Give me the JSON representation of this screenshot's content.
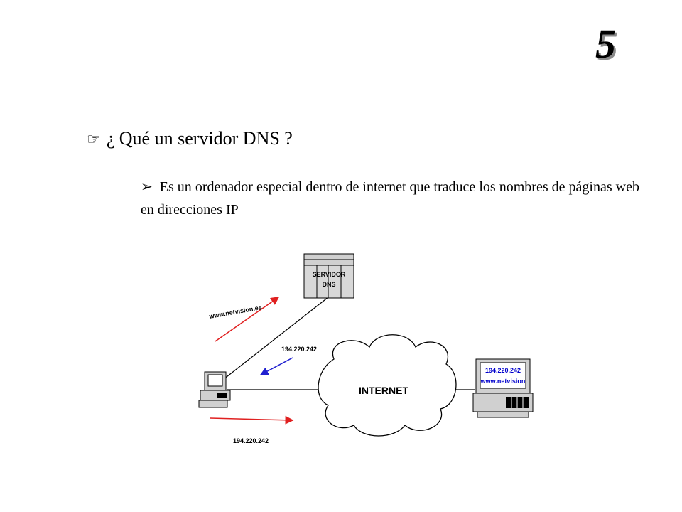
{
  "slide": {
    "number": "5"
  },
  "question": {
    "bullet": "☞",
    "text": "¿ Qué un servidor DNS ?"
  },
  "answer": {
    "bullet": "➢",
    "text": "Es un ordenador especial dentro de internet que traduce los nombres de páginas web en direcciones IP"
  },
  "diagram": {
    "server_label_line1": "SERVIDOR",
    "server_label_line2": "DNS",
    "cloud_label": "INTERNET",
    "query_label": "www.netvision.es",
    "reply_label": "194.220.242",
    "request_label": "194.220.242",
    "host_ip": "194.220.242",
    "host_name": "www.netvision",
    "colors": {
      "query_arrow": "#e02020",
      "reply_arrow": "#2020d0",
      "request_arrow": "#e02020",
      "host_text": "#0000cc"
    }
  }
}
